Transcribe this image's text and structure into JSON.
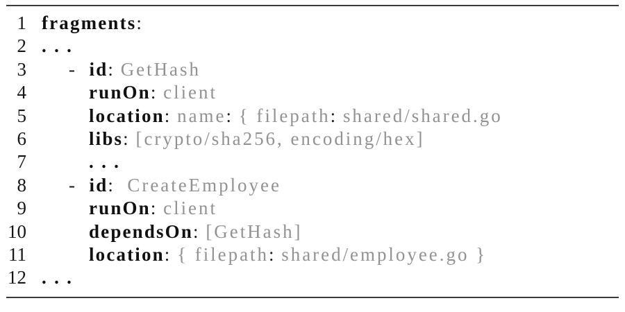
{
  "colors": {
    "key": "#111111",
    "punct": "#1d1d1d",
    "value": "#929292",
    "line_number": "#161616",
    "rule": "#3b3b3b",
    "background": "#ffffff"
  },
  "code": {
    "language": "yaml",
    "lines": [
      {
        "number": "1",
        "indent": 0,
        "segments": [
          {
            "t": "fragments",
            "s": "key"
          },
          {
            "t": ":",
            "s": "punct"
          }
        ]
      },
      {
        "number": "2",
        "indent": 0,
        "segments": [
          {
            "t": "...",
            "s": "dots"
          }
        ]
      },
      {
        "number": "3",
        "indent": 1,
        "segments": [
          {
            "t": "-",
            "s": "punct"
          },
          {
            "t": "  ",
            "s": "value"
          },
          {
            "t": "id",
            "s": "key"
          },
          {
            "t": ":",
            "s": "punct"
          },
          {
            "t": " GetHash",
            "s": "value"
          }
        ]
      },
      {
        "number": "4",
        "indent": 2,
        "segments": [
          {
            "t": "runOn",
            "s": "key"
          },
          {
            "t": ":",
            "s": "punct"
          },
          {
            "t": " client",
            "s": "value"
          }
        ]
      },
      {
        "number": "5",
        "indent": 2,
        "segments": [
          {
            "t": "location",
            "s": "key"
          },
          {
            "t": ":",
            "s": "punct"
          },
          {
            "t": " name",
            "s": "value"
          },
          {
            "t": ":",
            "s": "punct"
          },
          {
            "t": " { filepath",
            "s": "value"
          },
          {
            "t": ":",
            "s": "punct"
          },
          {
            "t": " shared/shared.go",
            "s": "value"
          }
        ]
      },
      {
        "number": "6",
        "indent": 2,
        "segments": [
          {
            "t": "libs",
            "s": "key"
          },
          {
            "t": ":",
            "s": "punct"
          },
          {
            "t": " [crypto/sha256, encoding/hex]",
            "s": "value"
          }
        ]
      },
      {
        "number": "7",
        "indent": 2,
        "segments": [
          {
            "t": "...",
            "s": "dots"
          }
        ]
      },
      {
        "number": "8",
        "indent": 1,
        "segments": [
          {
            "t": "-",
            "s": "punct"
          },
          {
            "t": "  ",
            "s": "value"
          },
          {
            "t": "id",
            "s": "key"
          },
          {
            "t": ":",
            "s": "punct"
          },
          {
            "t": "  CreateEmployee",
            "s": "value"
          }
        ]
      },
      {
        "number": "9",
        "indent": 2,
        "segments": [
          {
            "t": "runOn",
            "s": "key"
          },
          {
            "t": ":",
            "s": "punct"
          },
          {
            "t": " client",
            "s": "value"
          }
        ]
      },
      {
        "number": "10",
        "indent": 2,
        "segments": [
          {
            "t": "dependsOn",
            "s": "key"
          },
          {
            "t": ":",
            "s": "punct"
          },
          {
            "t": " [GetHash]",
            "s": "value"
          }
        ]
      },
      {
        "number": "11",
        "indent": 2,
        "segments": [
          {
            "t": "location",
            "s": "key"
          },
          {
            "t": ":",
            "s": "punct"
          },
          {
            "t": " { filepath",
            "s": "value"
          },
          {
            "t": ":",
            "s": "punct"
          },
          {
            "t": " shared/employee.go }",
            "s": "value"
          }
        ]
      },
      {
        "number": "12",
        "indent": 0,
        "segments": [
          {
            "t": "...",
            "s": "dots"
          }
        ]
      }
    ]
  }
}
